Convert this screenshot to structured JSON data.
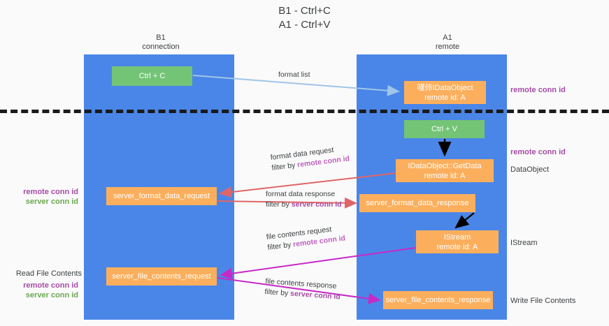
{
  "title": {
    "line1": "B1 - Ctrl+C",
    "line2": "A1 - Ctrl+V"
  },
  "columns": {
    "left": {
      "name": "B1",
      "role": "connection"
    },
    "right": {
      "name": "A1",
      "role": "remote"
    }
  },
  "nodes": {
    "ctrl_c": {
      "label": "Ctrl + C",
      "color": "#74c476"
    },
    "ctrl_v": {
      "label": "Ctrl + V",
      "color": "#74c476"
    },
    "idataobject": {
      "label": "嚺伂IDataObject",
      "sublabel": "remote id: A",
      "color": "#fbaf5d"
    },
    "getdata": {
      "label": "IDataObject::GetData",
      "sublabel": "remote id: A",
      "color": "#fbaf5d"
    },
    "istream": {
      "label": "IStream",
      "sublabel": "remote id: A",
      "color": "#fbaf5d"
    },
    "server_format_data_request": {
      "label": "server_format_data_request",
      "color": "#fbaf5d"
    },
    "server_format_data_response": {
      "label": "server_format_data_response",
      "color": "#fbaf5d"
    },
    "server_file_contents_request": {
      "label": "server_file_contents_request",
      "color": "#fbaf5d"
    },
    "server_file_contents_response": {
      "label": "server_file_contents_response",
      "color": "#fbaf5d"
    }
  },
  "arrow_labels": {
    "format_list": "format list",
    "format_data_request": "format data request",
    "format_data_request_filter_prefix": "filter by ",
    "format_data_request_filter_value": "remote conn id",
    "format_data_response": "format data response",
    "format_data_response_filter_prefix": "filter by ",
    "format_data_response_filter_value": "server conn id",
    "file_contents_request": "file contents request",
    "file_contents_request_filter_prefix": "filter by ",
    "file_contents_request_filter_value": "remote conn id",
    "file_contents_response": "file contents response",
    "file_contents_response_filter_prefix": "filter by ",
    "file_contents_response_filter_value": "server conn id"
  },
  "side_labels": {
    "right_remote_conn_id_top": "remote conn id",
    "right_remote_conn_id_mid": "remote conn id",
    "right_dataobject": "DataObject",
    "right_istream": "IStream",
    "right_write_file_contents": "Write File Contents",
    "left_remote_conn_id_top": "remote conn id",
    "left_server_conn_id_top": "server conn id",
    "left_read_file_contents": "Read File Contents",
    "left_remote_conn_id_bottom": "remote conn id",
    "left_server_conn_id_bottom": "server conn id"
  },
  "colors": {
    "lane": "#4a86e8",
    "green_node": "#74c476",
    "orange_node": "#fbaf5d",
    "purple_text": "#a64ca6",
    "green_text": "#6aa84f",
    "red_arrow": "#e06666",
    "magenta_arrow": "#c729c7",
    "blue_arrow": "#9fc5e8",
    "black_arrow": "#000000",
    "divider": "#1a1a1a",
    "background": "#fafafa"
  }
}
